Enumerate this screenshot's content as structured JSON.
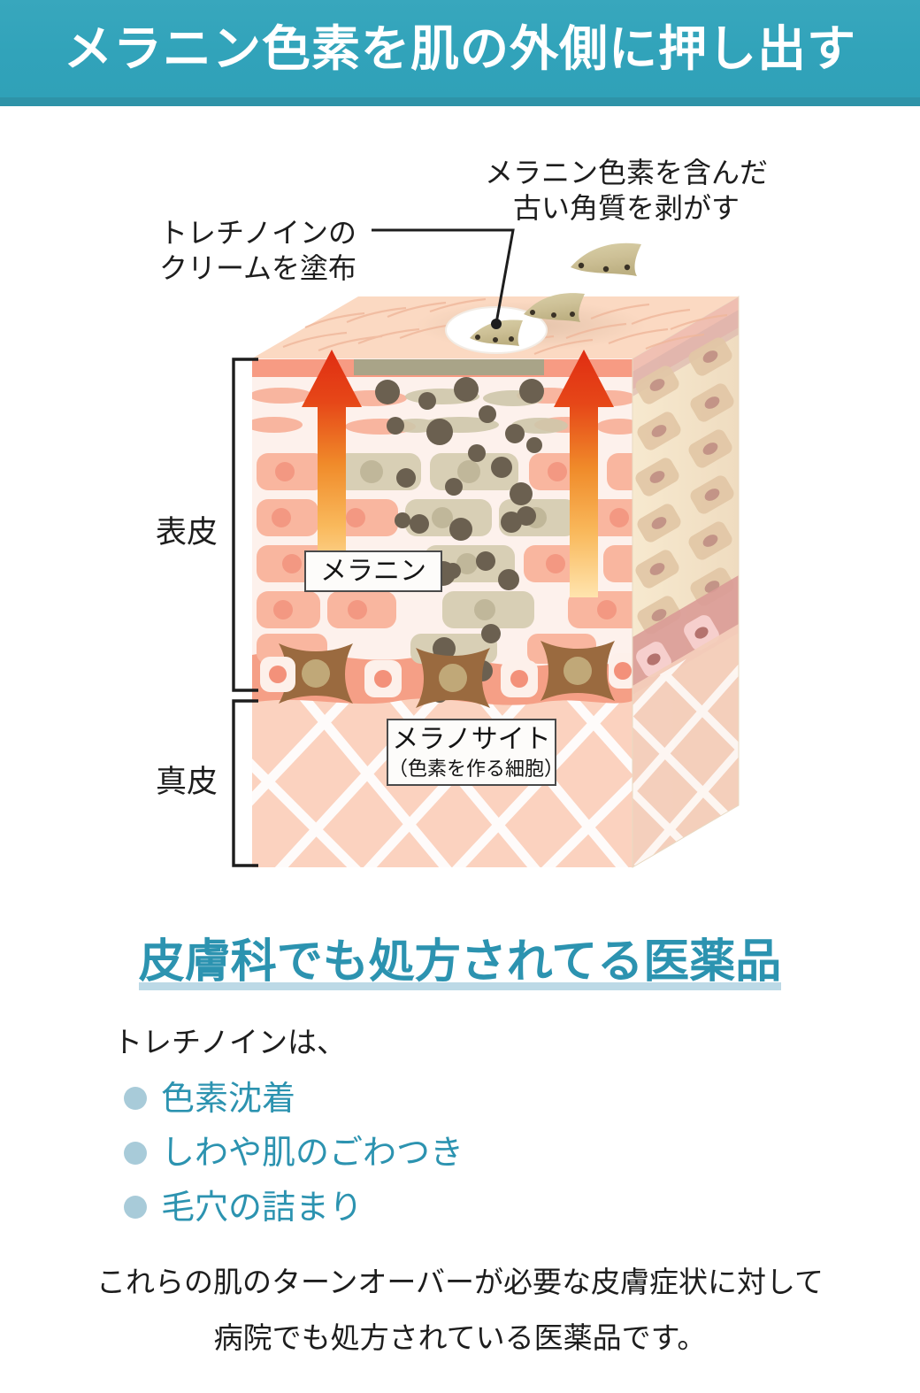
{
  "banner": {
    "title": "メラニン色素を肌の外側に押し出す",
    "bg_color": "#31a3ba",
    "strip_color": "#2e93a8",
    "text_color": "#ffffff"
  },
  "diagram": {
    "annotation_left": {
      "line1": "トレチノインの",
      "line2": "クリームを塗布"
    },
    "annotation_right": {
      "line1": "メラニン色素を含んだ",
      "line2": "古い角質を剥がす"
    },
    "layer_labels": {
      "epidermis": "表皮",
      "dermis": "真皮"
    },
    "callout_melanin": "メラニン",
    "callout_melanocyte": {
      "line1": "メラノサイト",
      "line2": "（色素を作る細胞）"
    },
    "colors": {
      "skin_top": "#fbdac4",
      "stratum_corneum": "#f7a08a",
      "epidermis_bg": "#fdf0ea",
      "keratin_cell": "#f8b49c",
      "melanin_cell": "#d6cdb4",
      "melanin_dot": "#6b6050",
      "melanocyte": "#9b6a3f",
      "melanocyte_nucleus": "#c0a878",
      "basal_layer": "#f69f87",
      "dermis": "#fbd6c5",
      "dermis_fiber": "#ffffff",
      "side_face": "#f6e6c8",
      "arrow_top": "#e23418",
      "arrow_bottom": "#ffd78f",
      "flake": "#cfc49a",
      "cream_circle": "#ffffff"
    }
  },
  "lower": {
    "heading": "皮膚科でも処方されてる医薬品",
    "heading_color": "#2c93b0",
    "underline_color": "#bcd9e6",
    "intro": "トレチノインは、",
    "bullets": [
      "色素沈着",
      "しわや肌のごわつき",
      "毛穴の詰まり"
    ],
    "bullet_dot_color": "#a8cbd9",
    "closing": {
      "line1": "これらの肌のターンオーバーが必要な皮膚症状に対して",
      "line2": "病院でも処方されている医薬品です。"
    }
  }
}
